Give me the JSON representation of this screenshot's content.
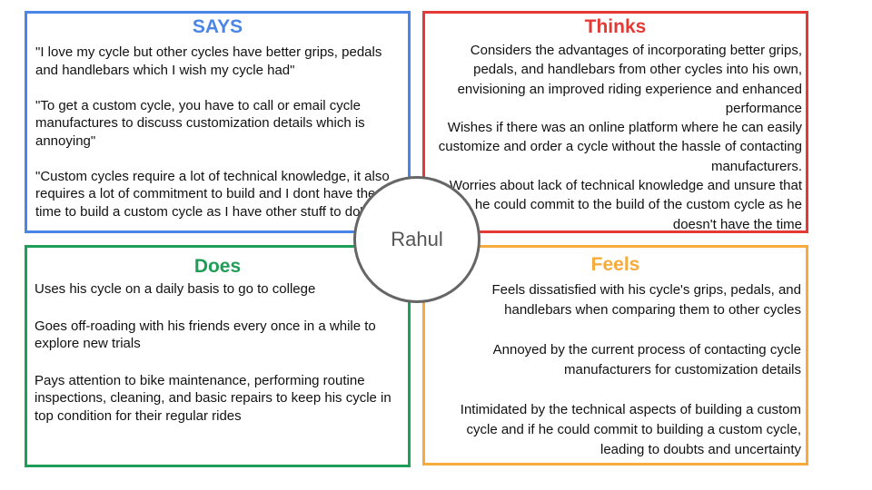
{
  "persona": {
    "name": "Rahul"
  },
  "says": {
    "title": "SAYS",
    "items": [
      "\"I love my cycle but other cycles have better grips, pedals and handlebars which I wish my cycle had\"",
      "\"To get a custom cycle, you have to call or email cycle manufactures to discuss customization details which is annoying\"",
      "\"Custom cycles require a lot of technical knowledge, it also requires a lot of commitment to build and I dont have the time to build a custom cycle as I have other stuff to do\""
    ]
  },
  "thinks": {
    "title": "Thinks",
    "items": [
      "Considers the advantages of incorporating better grips, pedals, and handlebars from other cycles into his own, envisioning an improved riding experience and enhanced performance",
      "Wishes if there was an online platform where he can easily customize and order a cycle without the hassle of contacting manufacturers.",
      "Worries about lack of technical knowledge and unsure that he could commit to the build of the custom cycle as he doesn't have the time"
    ]
  },
  "does": {
    "title": "Does",
    "items": [
      "Uses his cycle on a daily basis to go to college",
      "Goes off-roading with his friends every once in a while to explore new trials",
      "Pays attention to bike maintenance, performing routine inspections, cleaning, and basic repairs to keep his cycle in top condition for their regular rides"
    ]
  },
  "feels": {
    "title": "Feels",
    "items": [
      "Feels dissatisfied with his cycle's grips, pedals, and handlebars when comparing them to other cycles",
      "Annoyed by the current process of contacting cycle manufacturers for customization details",
      "Intimidated by the technical aspects of building a custom cycle and if he could commit to building a custom cycle, leading to doubts and uncertainty"
    ]
  },
  "colors": {
    "says": "#4a86e8",
    "thinks": "#e53935",
    "does": "#1e9e56",
    "feels": "#f6ab3a",
    "circle": "#666666"
  }
}
